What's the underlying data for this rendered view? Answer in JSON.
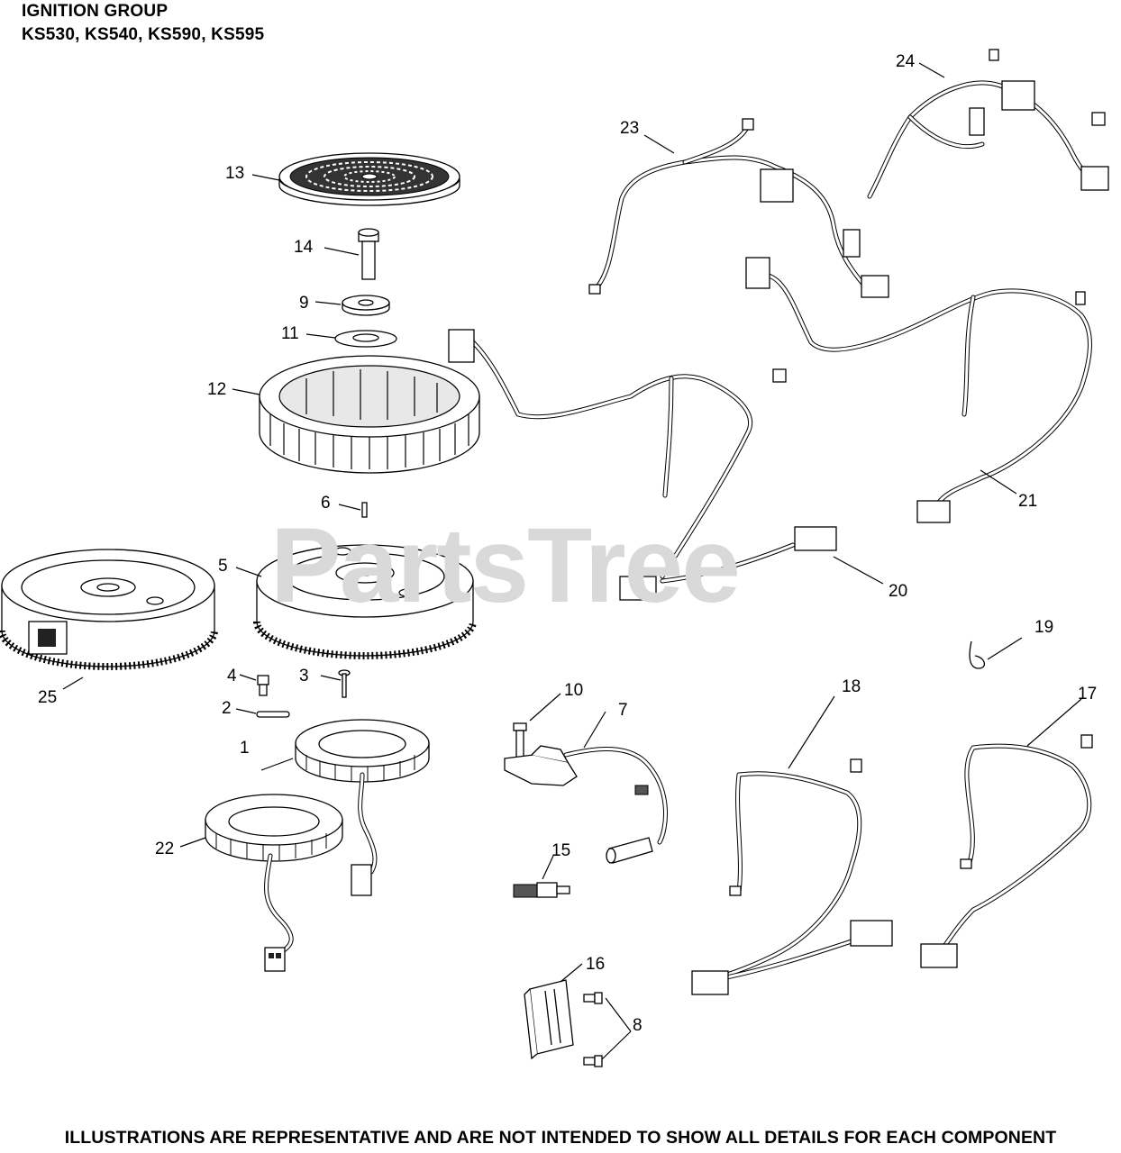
{
  "header": {
    "title": "IGNITION GROUP",
    "models": "KS530, KS540, KS590, KS595"
  },
  "footer": {
    "note": "ILLUSTRATIONS ARE REPRESENTATIVE AND ARE NOT INTENDED TO SHOW ALL DETAILS FOR EACH COMPONENT"
  },
  "watermark": "PartsTree",
  "callouts": [
    "1",
    "2",
    "3",
    "4",
    "5",
    "6",
    "7",
    "8",
    "9",
    "10",
    "11",
    "12",
    "13",
    "14",
    "15",
    "16",
    "17",
    "18",
    "19",
    "20",
    "21",
    "22",
    "23",
    "24",
    "25"
  ]
}
